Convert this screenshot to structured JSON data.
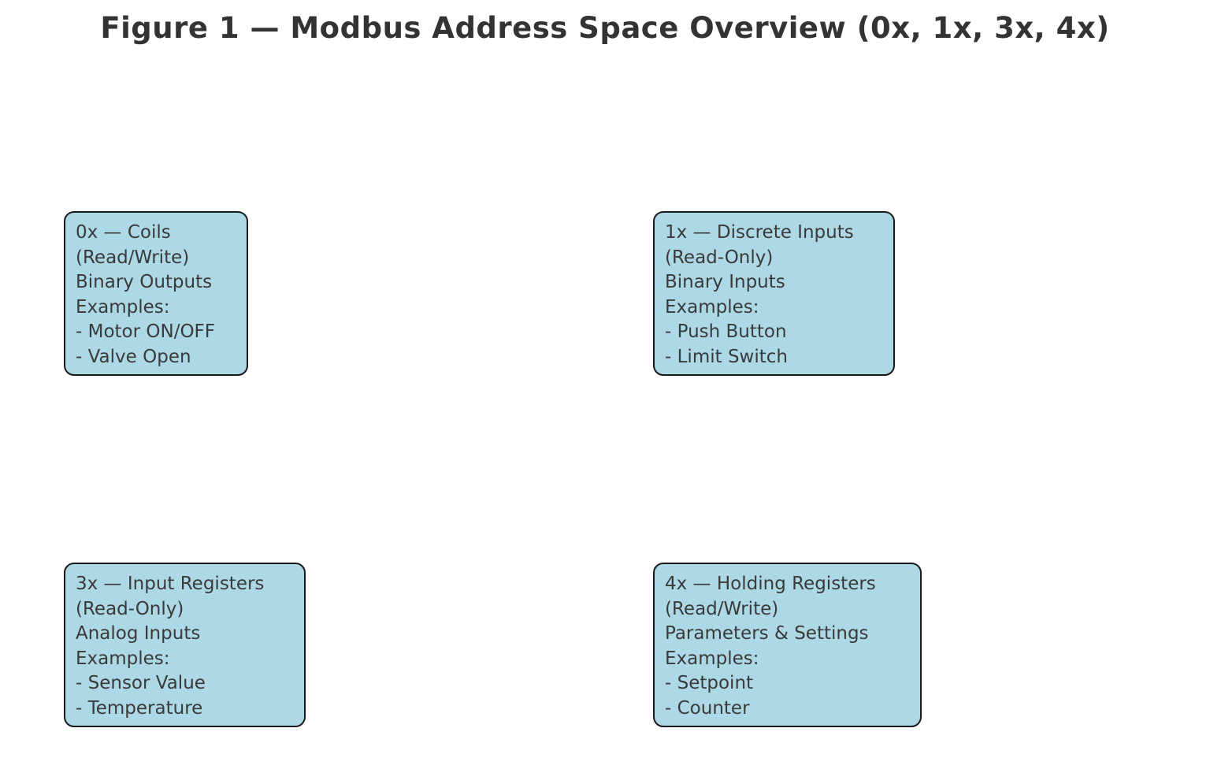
{
  "title": "Figure 1 — Modbus Address Space Overview (0x, 1x, 3x, 4x)",
  "colors": {
    "background": "#ffffff",
    "title_color": "#333333",
    "box_fill": "#ADD8E6",
    "box_border": "#1a1a1a",
    "text_color": "#3a3a3a"
  },
  "boxes": [
    {
      "id": "coils",
      "lines": [
        "0x — Coils",
        "(Read/Write)",
        "Binary Outputs",
        "Examples:",
        "- Motor ON/OFF",
        "- Valve Open"
      ]
    },
    {
      "id": "discrete-inputs",
      "lines": [
        "1x — Discrete Inputs",
        "(Read-Only)",
        "Binary Inputs",
        "Examples:",
        "- Push Button",
        "- Limit Switch"
      ]
    },
    {
      "id": "input-registers",
      "lines": [
        "3x — Input Registers",
        "(Read-Only)",
        "Analog Inputs",
        "Examples:",
        "- Sensor Value",
        "- Temperature"
      ]
    },
    {
      "id": "holding-registers",
      "lines": [
        "4x — Holding Registers",
        "(Read/Write)",
        "Parameters & Settings",
        "Examples:",
        "- Setpoint",
        "- Counter"
      ]
    }
  ]
}
